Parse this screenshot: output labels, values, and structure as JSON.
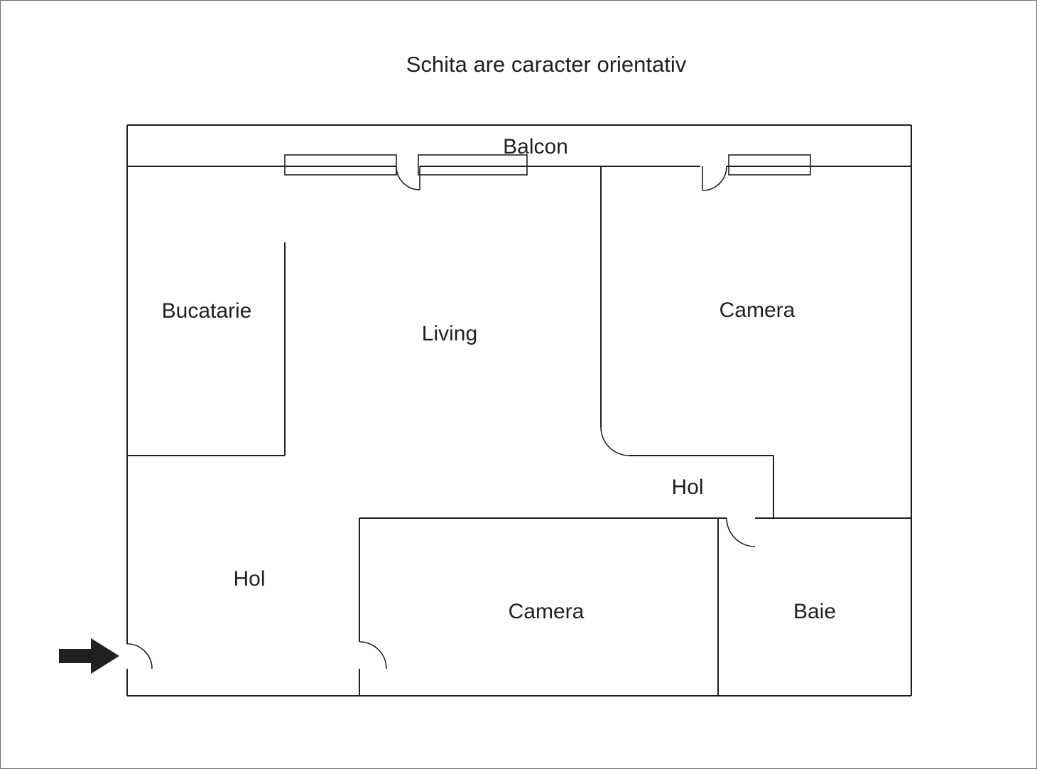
{
  "title": "Schita are caracter orientativ",
  "rooms": {
    "balcon": "Balcon",
    "bucatarie": "Bucatarie",
    "living": "Living",
    "camera_top": "Camera",
    "hol_top": "Hol",
    "hol_bottom": "Hol",
    "camera_bottom": "Camera",
    "baie": "Baie"
  },
  "icons": {
    "entrance_arrow": "right-arrow"
  },
  "colors": {
    "line": "#231f20",
    "text": "#231f20",
    "background": "#ffffff",
    "page_border": "#6d6e71"
  }
}
